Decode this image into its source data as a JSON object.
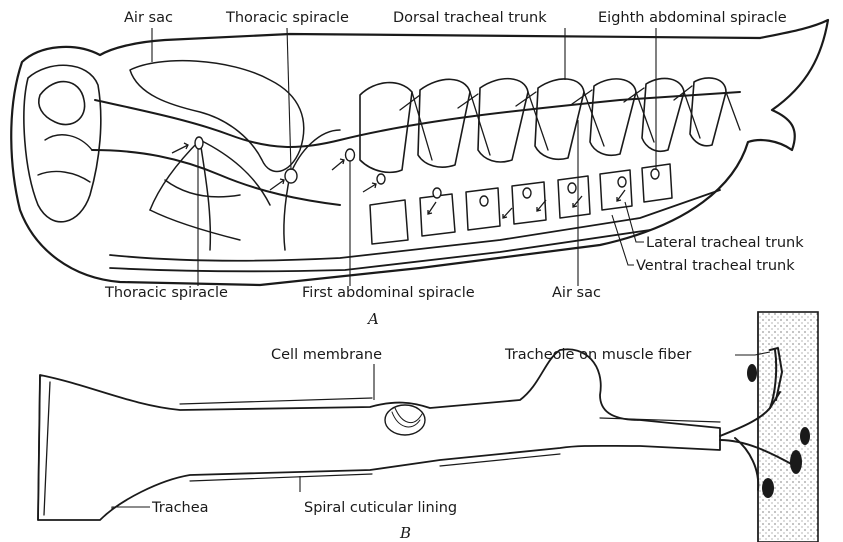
{
  "panel_a": {
    "panel_label": "A",
    "labels": {
      "air_sac_top": "Air sac",
      "thoracic_spiracle_top": "Thoracic spiracle",
      "dorsal_tracheal_trunk": "Dorsal tracheal trunk",
      "eighth_abdominal_spiracle": "Eighth abdominal spiracle",
      "lateral_tracheal_trunk": "Lateral tracheal trunk",
      "ventral_tracheal_trunk": "Ventral tracheal trunk",
      "thoracic_spiracle_bottom": "Thoracic spiracle",
      "first_abdominal_spiracle": "First abdominal spiracle",
      "air_sac_bottom": "Air sac"
    }
  },
  "panel_b": {
    "panel_label": "B",
    "labels": {
      "cell_membrane": "Cell membrane",
      "tracheole_on_muscle_fiber": "Tracheole on muscle fiber",
      "trachea": "Trachea",
      "spiral_cuticular_lining": "Spiral cuticular lining"
    }
  }
}
